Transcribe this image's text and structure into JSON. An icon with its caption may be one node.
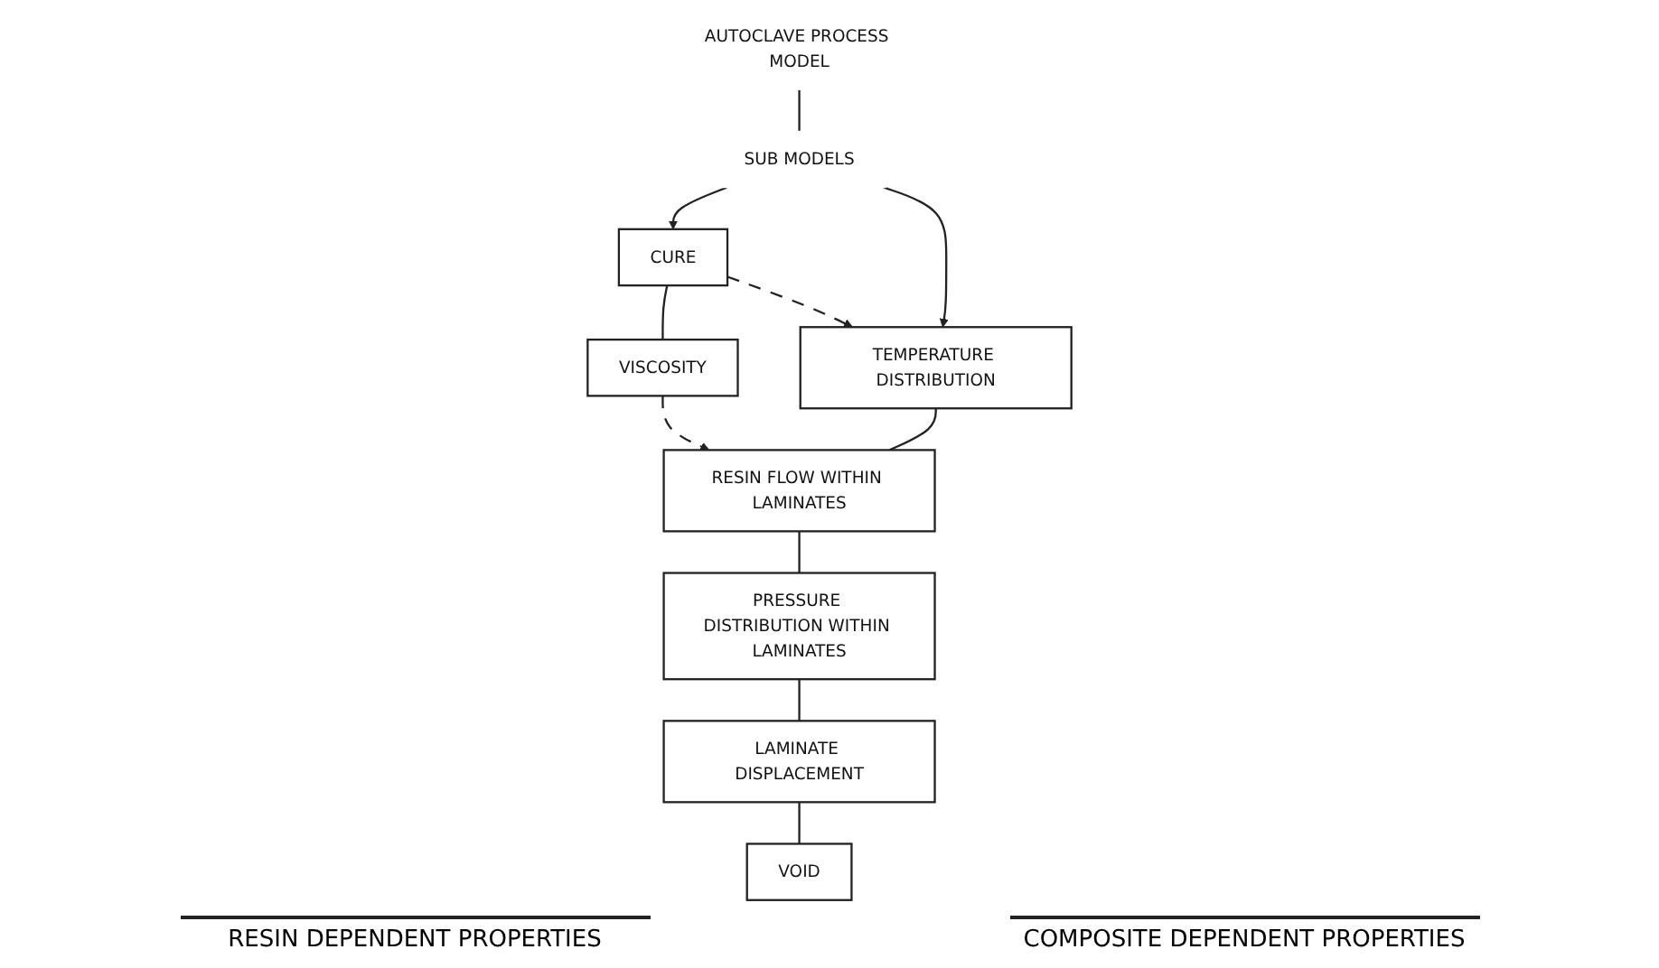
{
  "diagram": {
    "nodes": [
      {
        "text": [
          "AUTOCLAVE PROCESS MODEL"
        ]
      },
      {
        "text": [
          "SUB MODELS"
        ]
      },
      {
        "text": [
          "CURE"
        ]
      },
      {
        "text": [
          "VISCOSITY"
        ]
      },
      {
        "text": [
          "TEMPERATURE DISTRIBUTION"
        ]
      },
      {
        "text": [
          "RESIN FLOW WITHIN LAMINATES"
        ]
      },
      {
        "text": [
          "PRESSURE DISTRIBUTION WITHIN LAMINATES"
        ]
      },
      {
        "text": [
          "LAMINATE DISPLACEMENT"
        ]
      },
      {
        "text": [
          "VOID"
        ]
      }
    ],
    "edges": [
      {
        "from": 0,
        "to": 1,
        "arrow": "none"
      },
      {
        "from": 1,
        "to": 2,
        "arrow": "to"
      },
      {
        "from": 1,
        "to": 4,
        "arrow": "to"
      },
      {
        "from": 2,
        "to": 3,
        "arrow": "none"
      },
      {
        "from": 2,
        "to": 4,
        "arrow": "to",
        "style": "dashed"
      },
      {
        "from": 3,
        "to": 5,
        "arrow": "to",
        "style": "dashed"
      },
      {
        "from": 4,
        "to": 5,
        "arrow": "none"
      },
      {
        "from": 5,
        "to": 6,
        "arrow": "none"
      },
      {
        "from": 6,
        "to": 7,
        "arrow": "none"
      },
      {
        "from": 7,
        "to": 8,
        "arrow": "none"
      }
    ],
    "labels": [
      "RESIN DEPENDENT PROPERTIES",
      "COMPOSITE DEPENDENT PROPERTIES"
    ]
  }
}
